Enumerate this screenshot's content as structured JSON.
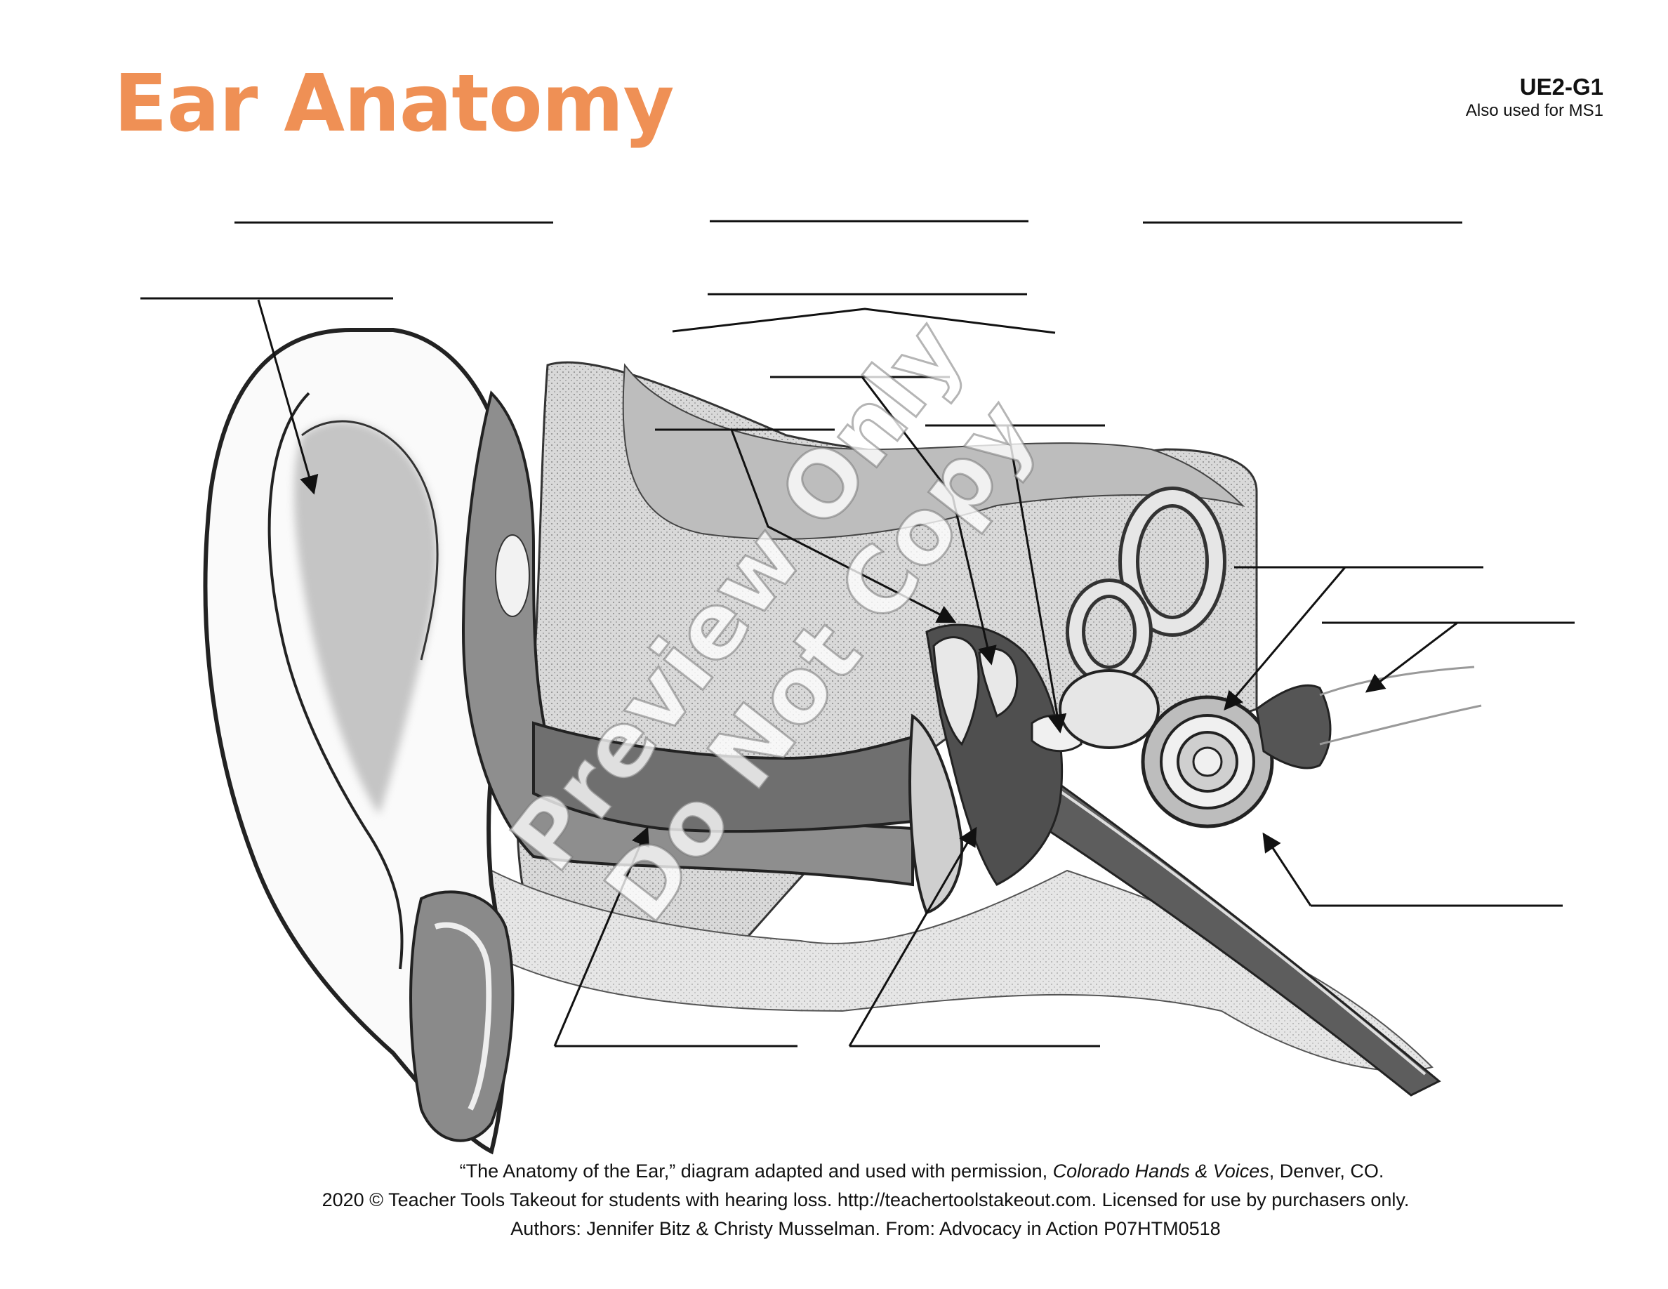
{
  "title": "Ear Anatomy",
  "code": {
    "id": "UE2-G1",
    "note": "Also used for MS1"
  },
  "watermark": {
    "line1": "Preview Only",
    "line2": "Do Not Copy"
  },
  "credits": {
    "line1_a": "“The Anatomy of the Ear,” diagram adapted and used with permission, ",
    "line1_italic": "Colorado Hands & Voices",
    "line1_b": ", Denver, CO.",
    "line2": "2020 © Teacher Tools Takeout for students with hearing loss. http://teachertoolstakeout.com. Licensed for use by purchasers only.",
    "line3": "Authors: Jennifer Bitz & Christy Musselman. From: Advocacy in Action P07HTM0518"
  },
  "colors": {
    "title": "#ef9055",
    "lines": "#111111",
    "tissue": "#7a7a7a"
  }
}
